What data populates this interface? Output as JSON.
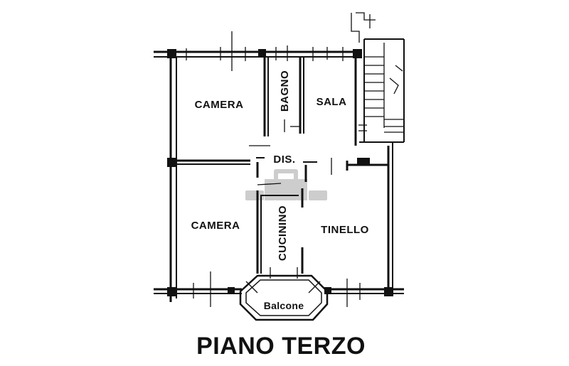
{
  "plan": {
    "title": "PIANO TERZO",
    "rooms": {
      "camera_top": "CAMERA",
      "bagno": "BAGNO",
      "sala": "SALA",
      "dis": "DIS.",
      "camera_bottom": "CAMERA",
      "cucinino": "CUCININO",
      "tinello": "TINELLO",
      "balcone": "Balcone"
    },
    "colors": {
      "ink": "#111111",
      "background": "#ffffff",
      "watermark": "#b8b8b8"
    }
  }
}
